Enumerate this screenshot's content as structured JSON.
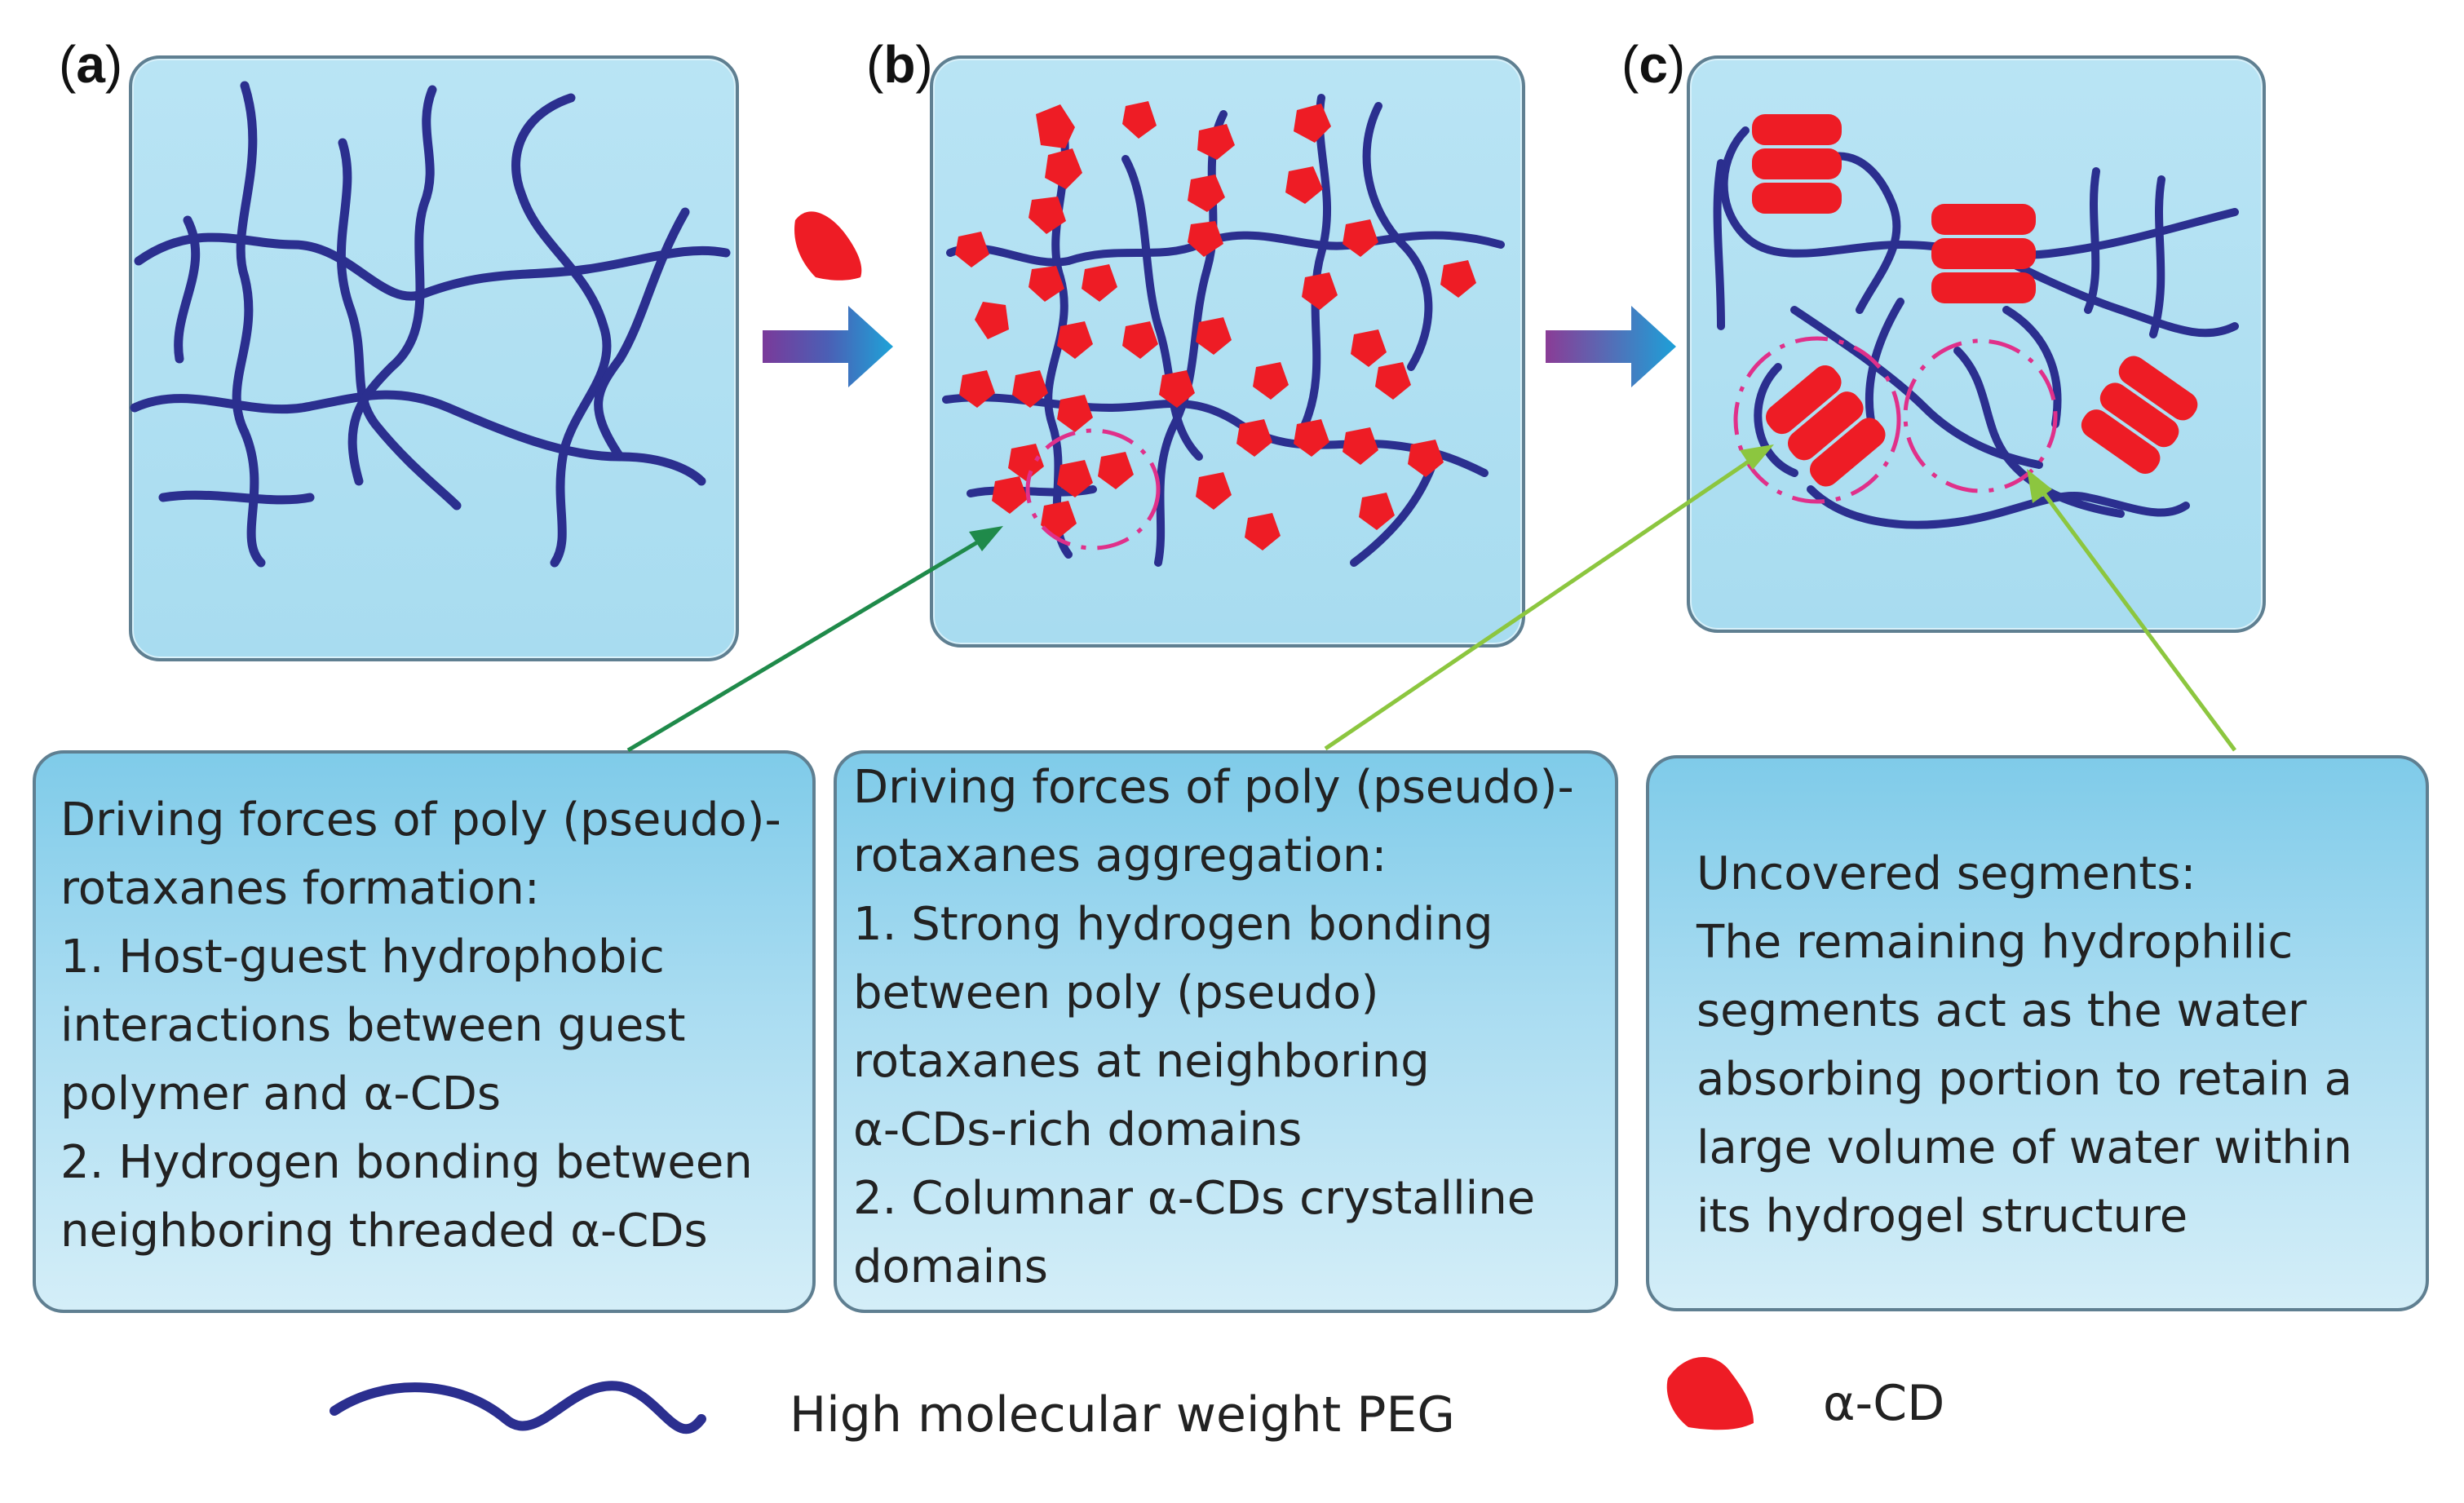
{
  "panels": {
    "a": {
      "label_open": "(",
      "label_letter": "a",
      "label_close": ")"
    },
    "b": {
      "label_open": "(",
      "label_letter": "b",
      "label_close": ")"
    },
    "c": {
      "label_open": "(",
      "label_letter": "c",
      "label_close": ")"
    }
  },
  "textboxes": {
    "formation": {
      "lines": [
        "Driving forces of poly (pseudo)-",
        "rotaxanes formation:",
        "1. Host-guest hydrophobic",
        "interactions between guest",
        "polymer and α-CDs",
        "2. Hydrogen bonding between",
        "neighboring threaded α-CDs"
      ]
    },
    "aggregation": {
      "lines": [
        "Driving forces of poly (pseudo)-",
        "rotaxanes aggregation:",
        "1. Strong hydrogen bonding",
        "between poly (pseudo)",
        "rotaxanes at neighboring",
        "α-CDs-rich domains",
        "2. Columnar α-CDs crystalline",
        "domains"
      ]
    },
    "uncovered": {
      "lines": [
        "Uncovered segments:",
        "The remaining hydrophilic",
        "segments act as the water",
        "absorbing portion to retain a",
        "large volume of water within",
        "its hydrogel structure"
      ]
    }
  },
  "legend": {
    "peg_label": "High molecular weight PEG",
    "cd_label": "α-CD"
  },
  "colors": {
    "polymer": "#2b2f8f",
    "cyclodextrin": "#ee1c25",
    "panel_fill": "#b3e1f3",
    "arrow_start": "#6a3fa0",
    "arrow_end": "#1e9fd6",
    "pointer_green": "#2e9a5a",
    "pointer_light_green": "#8cc63f",
    "dashed_circle": "#e0308a"
  }
}
